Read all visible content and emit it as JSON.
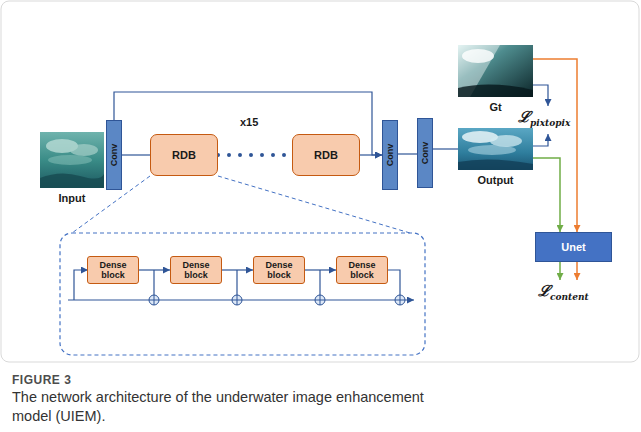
{
  "diagram": {
    "caption": "The network architecture of the underwater image enhancement model (UIEM).",
    "nodes": [
      {
        "text": [
          "Input"
        ]
      },
      {
        "text": [
          "Conv"
        ]
      },
      {
        "text": [
          "RDB"
        ]
      },
      {
        "text": [
          "RDB"
        ]
      },
      {
        "text": [
          "Conv"
        ]
      },
      {
        "text": [
          "Conv"
        ]
      },
      {
        "text": [
          "Gt"
        ]
      },
      {
        "text": [
          "Output"
        ]
      },
      {
        "text": [
          "Unet"
        ]
      },
      {
        "text": [
          "Dense block"
        ]
      },
      {
        "text": [
          "Dense block"
        ]
      },
      {
        "text": [
          "Dense block"
        ]
      },
      {
        "text": [
          "Dense block"
        ]
      }
    ],
    "edges": [
      {
        "from": 1,
        "to": 2,
        "arrow": "none"
      },
      {
        "from": 2,
        "to": 3,
        "arrow": "none"
      },
      {
        "from": 3,
        "to": 4,
        "arrow": "to"
      },
      {
        "from": 1,
        "to": 4,
        "arrow": "to"
      },
      {
        "from": 4,
        "to": 5,
        "arrow": "none"
      },
      {
        "from": 5,
        "to": 7,
        "arrow": "none"
      },
      {
        "from": 6,
        "to": 8,
        "arrow": "to"
      },
      {
        "from": 7,
        "to": 8,
        "arrow": "to"
      },
      {
        "from": 9,
        "to": 10,
        "arrow": "to"
      },
      {
        "from": 10,
        "to": 11,
        "arrow": "to"
      },
      {
        "from": 11,
        "to": 12,
        "arrow": "to"
      }
    ],
    "labels": [
      "x15",
      "ℒ",
      "pixtopix",
      "ℒ",
      "content",
      "FIGURE 3"
    ]
  }
}
